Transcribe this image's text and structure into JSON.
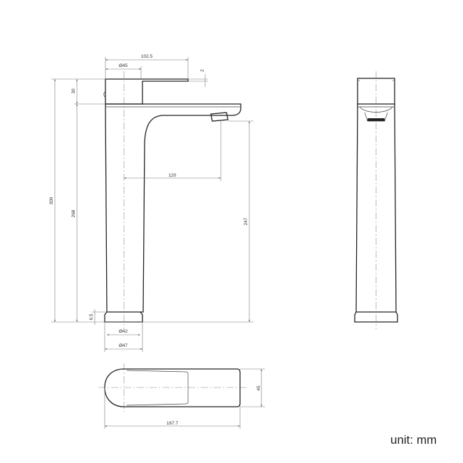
{
  "dimensions": {
    "lever_length": "102.5",
    "handle_diameter": "Ø45",
    "lever_offset": "2",
    "handle_height": "30",
    "total_height": "300",
    "body_height": "268",
    "spout_reach": "120",
    "spout_height": "247",
    "base_height": "6.5",
    "base_inner_diameter": "Ø42",
    "base_outer_diameter": "Ø47",
    "top_width": "45",
    "top_length": "167.7"
  },
  "unit_label": "unit: mm"
}
